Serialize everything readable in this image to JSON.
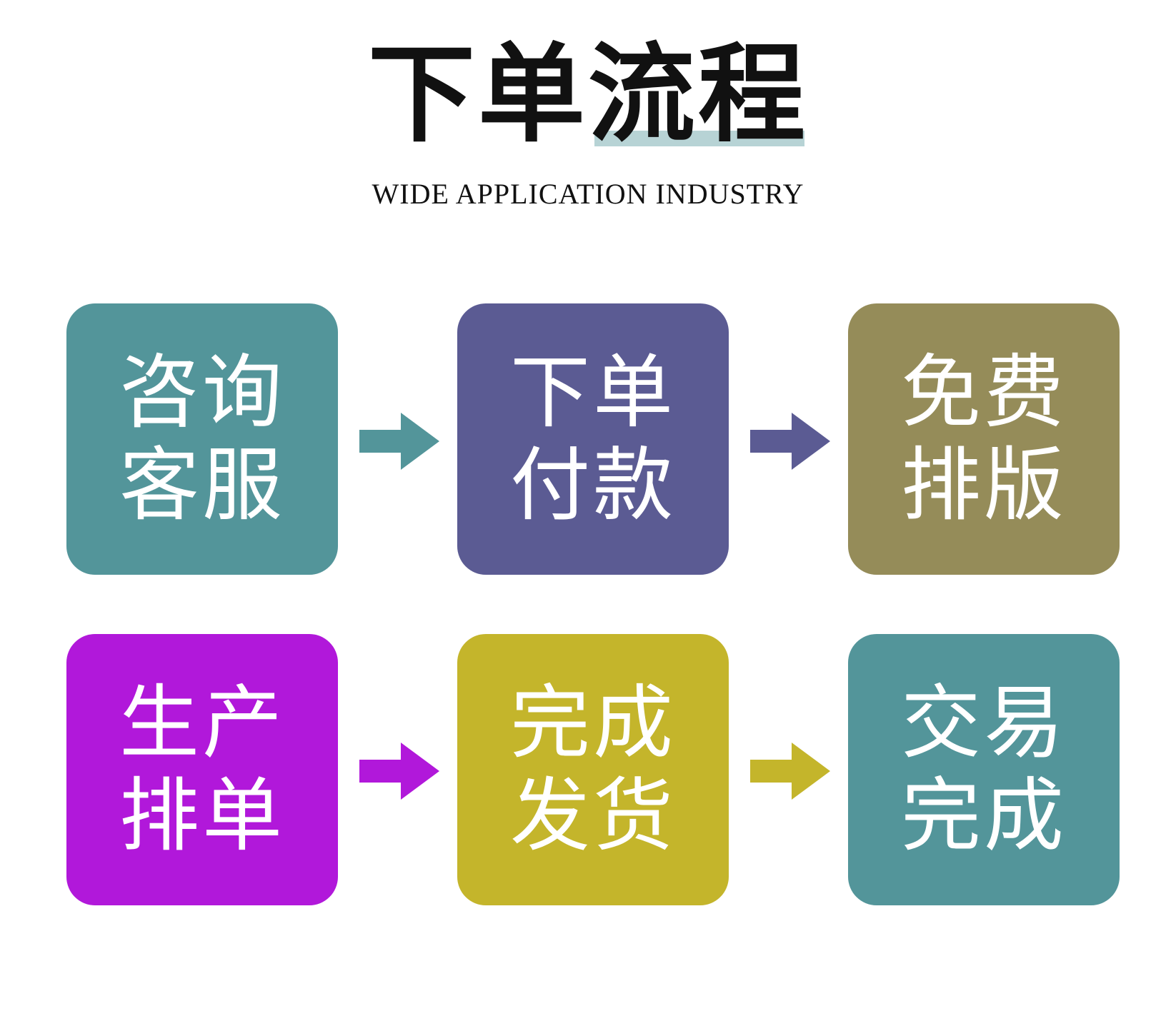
{
  "header": {
    "title": "下单流程",
    "subtitle": "WIDE APPLICATION INDUSTRY"
  },
  "steps": [
    {
      "label": "咨询客服",
      "color": "#53959a"
    },
    {
      "label": "下单付款",
      "color": "#5b5b93"
    },
    {
      "label": "免费排版",
      "color": "#958c59"
    },
    {
      "label": "生产排单",
      "color": "#b118da"
    },
    {
      "label": "完成发货",
      "color": "#c4b52b"
    },
    {
      "label": "交易完成",
      "color": "#53959a"
    }
  ],
  "arrows": [
    {
      "icon": "arrow-right-icon",
      "color": "#53959a"
    },
    {
      "icon": "arrow-right-icon",
      "color": "#5b5b93"
    },
    {
      "icon": "arrow-right-icon",
      "color": "#b118da"
    },
    {
      "icon": "arrow-right-icon",
      "color": "#c4b52b"
    }
  ]
}
